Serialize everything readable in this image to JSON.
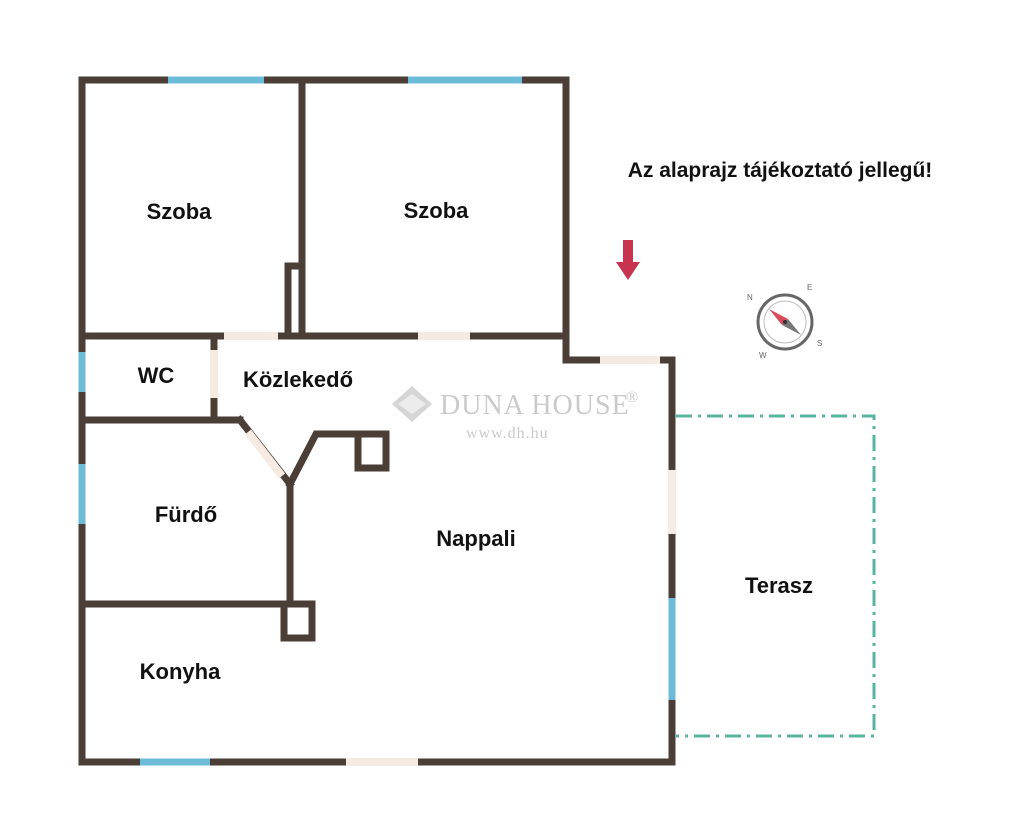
{
  "rooms": {
    "szoba_left": "Szoba",
    "szoba_right": "Szoba",
    "wc": "WC",
    "kozlekedo": "Közlekedő",
    "furdo": "Fürdő",
    "nappali": "Nappali",
    "konyha": "Konyha",
    "terasz": "Terasz"
  },
  "note": "Az alaprajz tájékoztató jellegű!",
  "watermark": {
    "brand": "DUNA HOUSE",
    "registered": "®",
    "url": "www.dh.hu"
  },
  "compass": {
    "n": "N",
    "e": "E",
    "s": "S",
    "w": "W"
  },
  "colors": {
    "wall": "#4a3e37",
    "window": "#6cbcd8",
    "door_gap": "#f6ebe2",
    "terrace_outline": "#58b4a0",
    "arrow": "#c8334f"
  }
}
